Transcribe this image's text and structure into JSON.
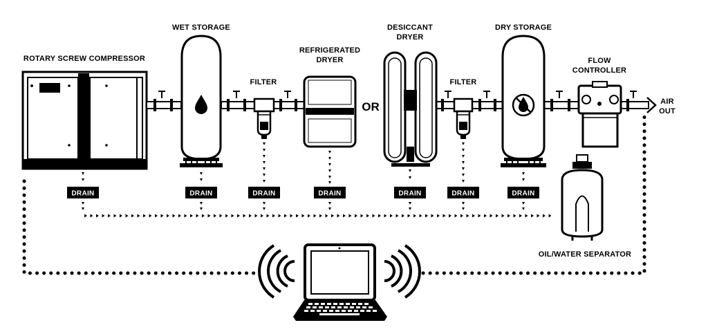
{
  "labels": {
    "compressor": "ROTARY SCREW COMPRESSOR",
    "wet_storage": "WET STORAGE",
    "filter_1": "FILTER",
    "refrigerated_dryer_line1": "REFRIGERATED",
    "refrigerated_dryer_line2": "DRYER",
    "or": "OR",
    "desiccant_dryer_line1": "DESICCANT",
    "desiccant_dryer_line2": "DRYER",
    "filter_2": "FILTER",
    "dry_storage": "DRY STORAGE",
    "flow_controller_line1": "FLOW",
    "flow_controller_line2": "CONTROLLER",
    "air_out_line1": "AIR",
    "air_out_line2": "OUT",
    "oil_water_separator": "OIL/WATER SEPARATOR"
  },
  "drains": [
    "DRAIN",
    "DRAIN",
    "DRAIN",
    "DRAIN",
    "DRAIN",
    "DRAIN",
    "DRAIN"
  ],
  "colors": {
    "ink": "#000000",
    "paper": "#ffffff"
  },
  "icons": {
    "wet_storage": "water-drop-icon",
    "dry_storage": "no-water-drop-icon",
    "monitor": "laptop-icon",
    "wireless": "wireless-signal-icon"
  }
}
